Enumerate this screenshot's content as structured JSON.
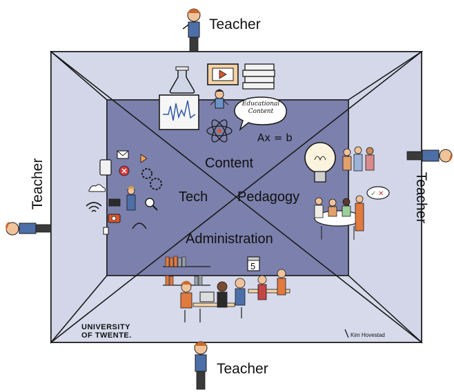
{
  "teachers": {
    "top": "Teacher",
    "left": "Teacher",
    "right": "Teacher",
    "bottom": "Teacher"
  },
  "quadrants": {
    "content": "Content",
    "tech": "Tech",
    "pedagogy": "Pedagogy",
    "administration": "Administration"
  },
  "bubble": {
    "line1": "Educational",
    "line2": "Content"
  },
  "formula": "Ax = b",
  "calendar_day": "5",
  "logo": {
    "line1": "UNIVERSITY",
    "line2": "OF TWENTE."
  },
  "credit": "Kim Hovestad",
  "colors": {
    "outer_wall": "#d4d8e9",
    "inner_floor": "#7b80ac",
    "outline": "#1a1a1a",
    "teacher_shirt": "#4d6fa8",
    "teacher_hair": "#c86a2e"
  }
}
